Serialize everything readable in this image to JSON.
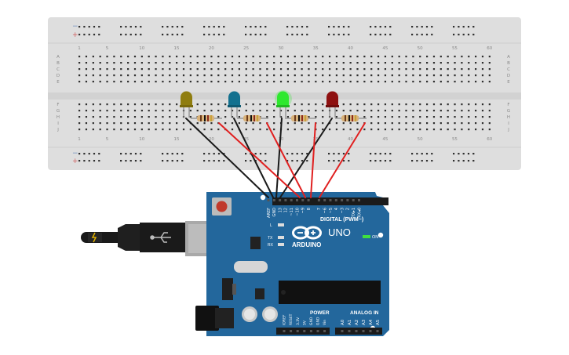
{
  "breadboard": {
    "rail_minus": "−",
    "rail_plus": "+",
    "column_numbers": [
      "1",
      "5",
      "10",
      "15",
      "20",
      "25",
      "30",
      "35",
      "40",
      "45",
      "50",
      "55",
      "60"
    ],
    "row_letters_top": [
      "A",
      "B",
      "C",
      "D",
      "E"
    ],
    "row_letters_bottom": [
      "F",
      "G",
      "H",
      "I",
      "J"
    ]
  },
  "leds": [
    {
      "name": "yellow-led",
      "color": "#8f7d0f"
    },
    {
      "name": "blue-led",
      "color": "#13718f"
    },
    {
      "name": "green-led",
      "color": "#2ee82e"
    },
    {
      "name": "red-led",
      "color": "#8e1010"
    }
  ],
  "arduino": {
    "brand": "ARDUINO",
    "model": "UNO",
    "on_label": "ON",
    "digital_label": "DIGITAL (PWM~)",
    "power_label": "POWER",
    "analog_label": "ANALOG IN",
    "led_labels": {
      "l": "L",
      "tx": "TX",
      "rx": "RX"
    },
    "digital_pins_left": [
      "AREF",
      "GND",
      "13",
      "12",
      "~11",
      "~10",
      "~9",
      "8"
    ],
    "digital_pins_right": [
      "7",
      "~6",
      "~5",
      "4",
      "~3",
      "2",
      "TX▸1",
      "RX◂0"
    ],
    "power_pins": [
      "IOREF",
      "RESET",
      "3.3V",
      "5V",
      "GND",
      "GND",
      "Vin"
    ],
    "analog_pins": [
      "A0",
      "A1",
      "A2",
      "A3",
      "A4",
      "A5"
    ]
  },
  "colors": {
    "breadboard": "#dedede",
    "board": "#23679c",
    "board_dark": "#174a73",
    "wire_ground": "#1a1a1a",
    "wire_signal": "#e02020",
    "resistor": "#d8b27a"
  }
}
